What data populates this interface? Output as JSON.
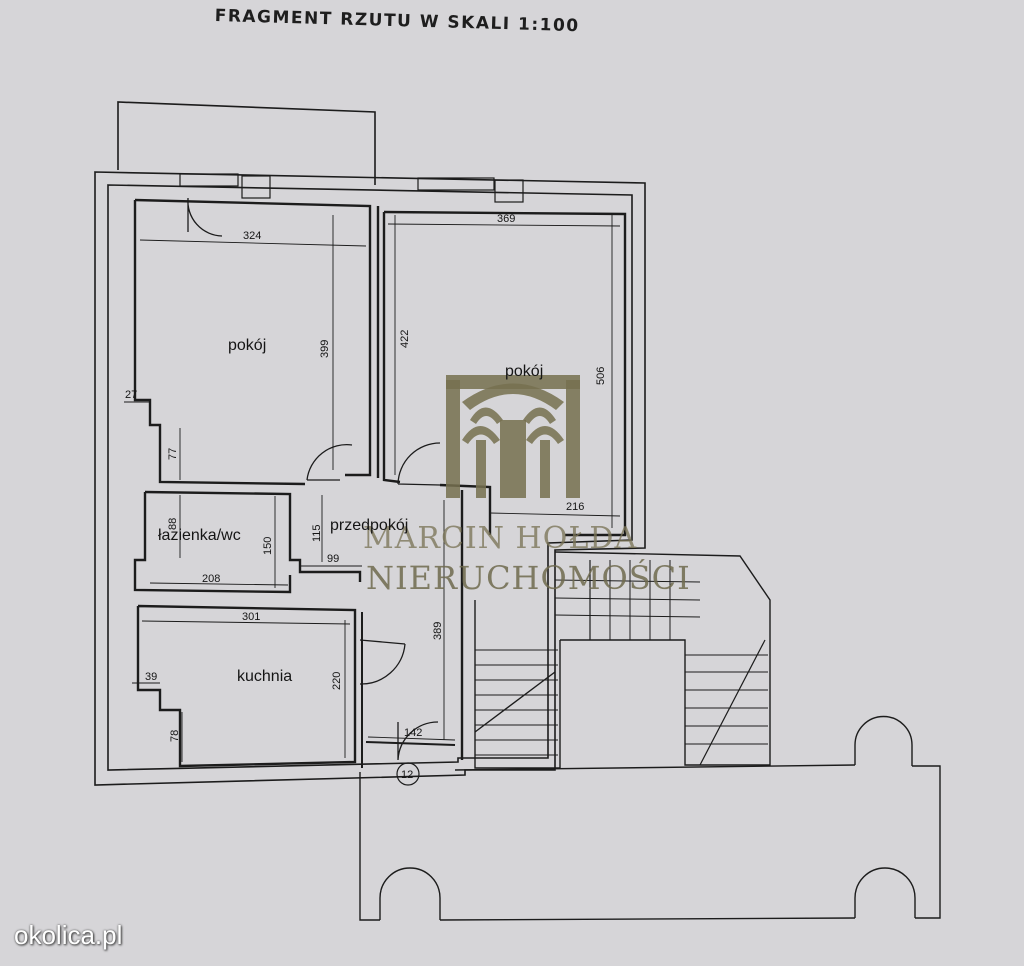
{
  "header": {
    "title": "FRAGMENT RZUTU W SKALI 1:100"
  },
  "rooms": {
    "room_left": "pokój",
    "room_right": "pokój",
    "bathroom": "łazienka/wc",
    "hallway": "przedpokój",
    "kitchen": "kuchnia"
  },
  "dimensions": {
    "d324": "324",
    "d369": "369",
    "d399": "399",
    "d422": "422",
    "d506": "506",
    "d27": "27",
    "d77": "77",
    "d216": "216",
    "d88": "88",
    "d150": "150",
    "d115": "115",
    "d99": "99",
    "d208": "208",
    "d301": "301",
    "d389": "389",
    "d39": "39",
    "d220": "220",
    "d78": "78",
    "d142": "142",
    "unit_marker": "12"
  },
  "watermark": {
    "name": "MARCIN HOŁDA",
    "sub": "NIERUCHOMOŚCI",
    "color": "#7b7557"
  },
  "brand": {
    "label": "okolica.pl"
  }
}
